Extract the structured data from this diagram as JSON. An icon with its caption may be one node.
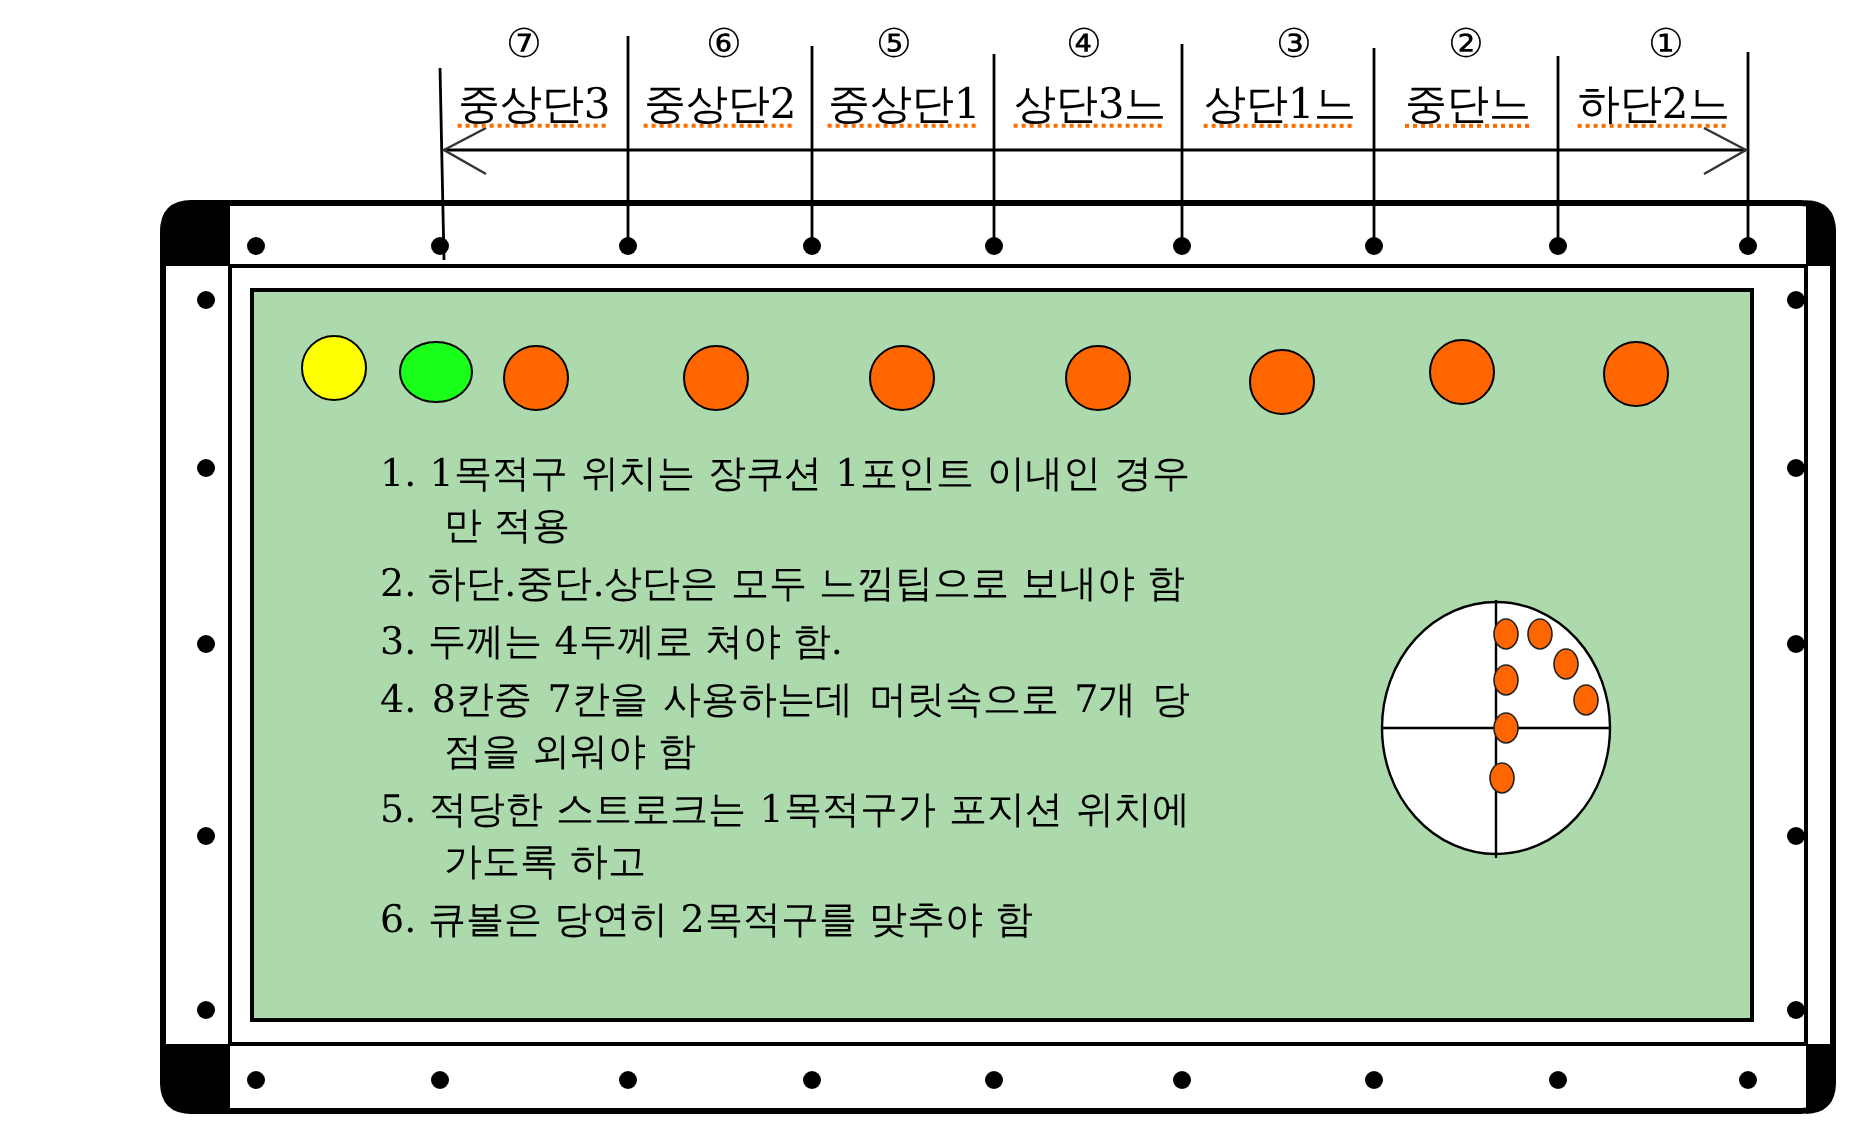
{
  "diagram": {
    "nodes": [
      {
        "text": [
          "1. 1목적구 위치는 장쿠션 1포인트 이내인 경우만 적용",
          "2. 하단.중단.상단은 모두 느낌팁으로 보내야 함",
          "3. 두께는 4두께로 쳐야 함.",
          "4. 8칸중 7칸을 사용하는데 머릿속으로 7개 당점을 외워야 함",
          "5. 적당한 스트로크는 1목적구가 포지션 위치에 가도록 하고",
          "6. 큐볼은 당연히 2목적구를 맞추야 함"
        ]
      }
    ],
    "labels": [
      "⑦",
      "⑥",
      "⑤",
      "④",
      "③",
      "②",
      "①",
      "중상단3",
      "중상단2",
      "중상단1",
      "상단3느",
      "상단1느",
      "중단느",
      "하단2느"
    ]
  }
}
